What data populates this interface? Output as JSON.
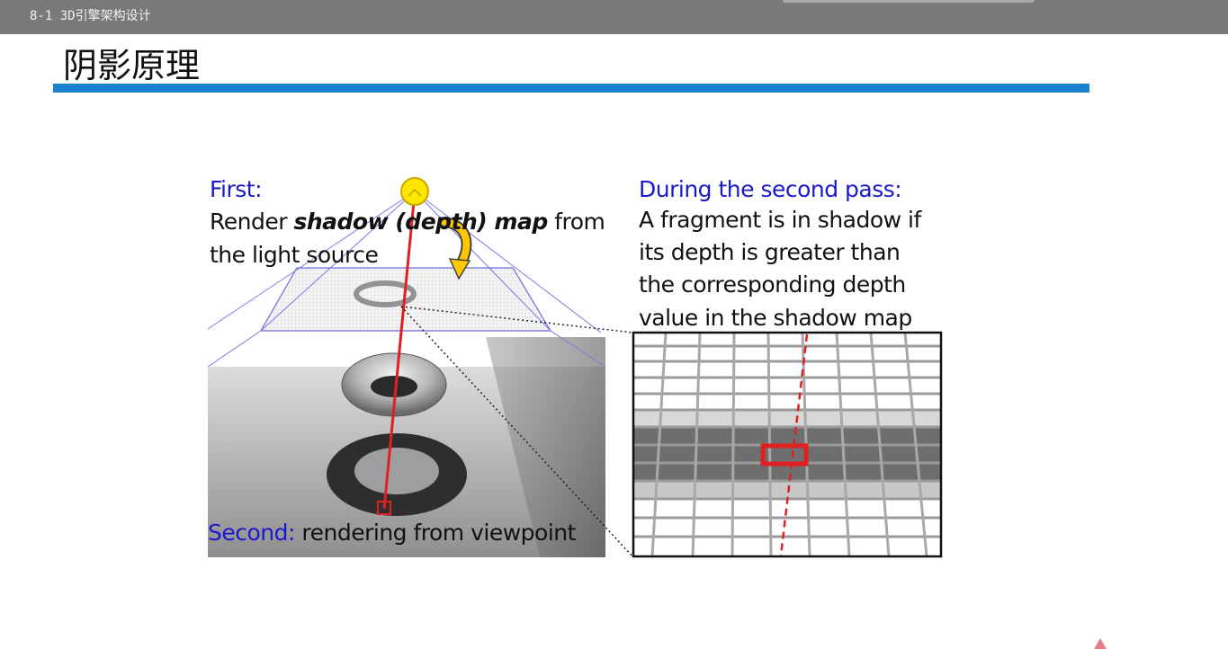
{
  "window": {
    "title": "8-1 3D引擎架构设计"
  },
  "slide": {
    "title": "阴影原理",
    "left_text": {
      "heading": "First:",
      "line1_pre": "Render ",
      "line1_bold": "shadow (depth) map",
      "line1_post": " from",
      "line2": "the light source",
      "bottom_heading": "Second:",
      "bottom_text": " rendering from viewpoint"
    },
    "right_text": {
      "heading": "During the second pass:",
      "lines": [
        "A fragment is in shadow if",
        "its depth is greater than",
        "the corresponding depth",
        "value in the shadow map"
      ]
    }
  },
  "colors": {
    "title_bar": "#7a7a7a",
    "accent_rule": "#1a82cf",
    "label_blue": "#1a1acc",
    "ray_red": "#e02020",
    "light_yellow": "#ffe600"
  },
  "icons": [
    "light-source-icon",
    "rotate-arrow-icon",
    "cursor-icon"
  ]
}
